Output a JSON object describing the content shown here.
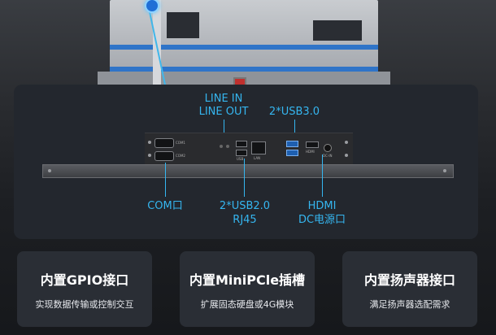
{
  "labels": {
    "line_in": "LINE IN",
    "line_out": "LINE OUT",
    "usb3": "2*USB3.0",
    "com": "COM口",
    "usb2": "2*USB2.0",
    "rj45": "RJ45",
    "hdmi": "HDMI",
    "dc": "DC电源口"
  },
  "device_marks": {
    "com1": "COM1",
    "com2": "COM2",
    "lan": "LAN",
    "usb": "USB",
    "hdmi": "HDMI",
    "dc": "DC-IN"
  },
  "cards": [
    {
      "title": "内置GPIO接口",
      "desc": "实现数据传输或控制交互"
    },
    {
      "title": "内置MiniPCle插槽",
      "desc": "扩展固态硬盘或4G模块"
    },
    {
      "title": "内置扬声器接口",
      "desc": "满足扬声器选配需求"
    }
  ],
  "colors": {
    "accent": "#35b6f0",
    "panel": "#23272e",
    "card": "#2a2e35",
    "usb3_port": "#1e5fb0"
  }
}
